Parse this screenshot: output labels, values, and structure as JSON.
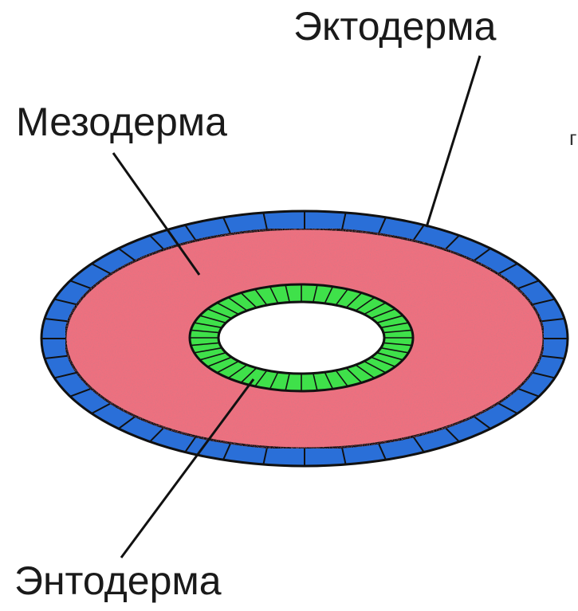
{
  "labels": {
    "ectoderm": "Эктодерма",
    "mesoderm": "Мезодерма",
    "endoderm": "Энтодерма",
    "cropped_fragment": "г"
  },
  "colors": {
    "ectoderm_fill": "#2a6fd8",
    "mesoderm_fill": "#ee6f7f",
    "endoderm_fill": "#3fe14a",
    "cavity_fill": "#ffffff",
    "outline": "#111111"
  }
}
